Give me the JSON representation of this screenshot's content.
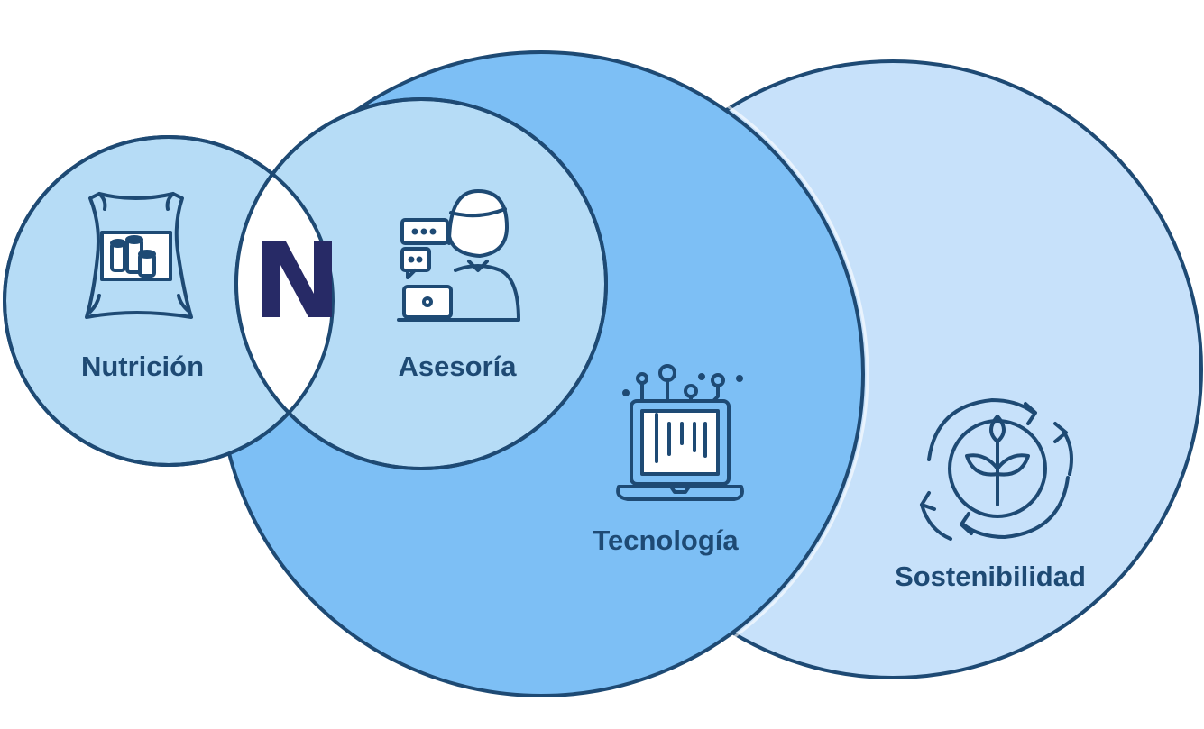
{
  "colors": {
    "outline": "#1e4a74",
    "sostenibilidad_fill": "#c7e1fa",
    "tecnologia_fill": "#7dbff5",
    "small_circle_fill": "#b6dcf6",
    "center_fill": "#ffffff",
    "logo": "#272a66",
    "label": "#1e4a74"
  },
  "circles": {
    "nutricion": {
      "label": "Nutrición",
      "icon": "feed-sack-icon"
    },
    "asesoria": {
      "label": "Asesoría",
      "icon": "advisor-laptop-icon"
    },
    "tecnologia": {
      "label": "Tecnología",
      "icon": "circuit-laptop-icon"
    },
    "sostenibilidad": {
      "label": "Sostenibilidad",
      "icon": "recycle-plant-icon"
    }
  },
  "center": {
    "logo_text": "N"
  }
}
